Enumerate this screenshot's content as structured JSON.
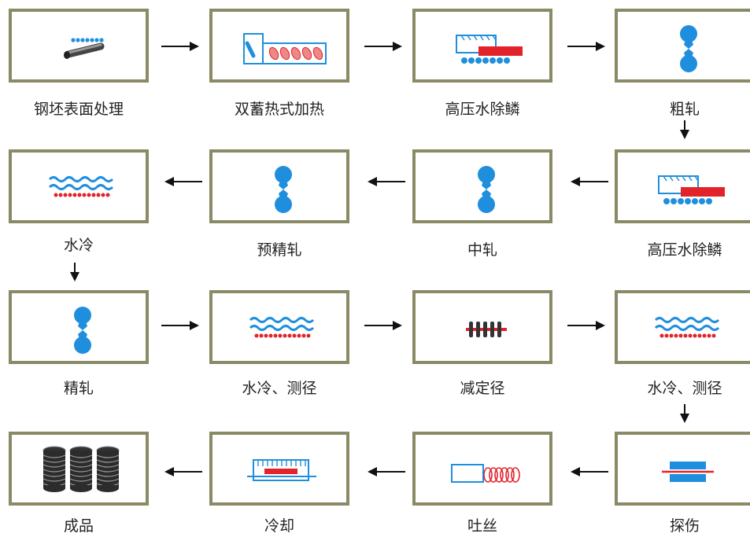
{
  "colors": {
    "border": "#8a8a66",
    "blue": "#1f8fdd",
    "red": "#e2232a",
    "arrow": "#111111"
  },
  "steps": [
    {
      "label": "钢坯表面处理",
      "icon": "billet-surface-icon"
    },
    {
      "label": "双蓄热式加热",
      "icon": "regenerative-furnace-icon"
    },
    {
      "label": "高压水除鳞",
      "icon": "descaling-icon"
    },
    {
      "label": "粗轧",
      "icon": "rolling-stand-icon"
    },
    {
      "label": "高压水除鳞",
      "icon": "descaling-icon"
    },
    {
      "label": "中轧",
      "icon": "rolling-stand-icon"
    },
    {
      "label": "预精轧",
      "icon": "rolling-stand-icon"
    },
    {
      "label": "水冷",
      "icon": "water-cooling-icon"
    },
    {
      "label": "精轧",
      "icon": "rolling-stand-icon"
    },
    {
      "label": "水冷、测径",
      "icon": "water-cooling-icon"
    },
    {
      "label": "减定径",
      "icon": "reducing-sizing-icon"
    },
    {
      "label": "水冷、测径",
      "icon": "water-cooling-icon"
    },
    {
      "label": "探伤",
      "icon": "flaw-detection-icon"
    },
    {
      "label": "吐丝",
      "icon": "laying-head-icon"
    },
    {
      "label": "冷却",
      "icon": "cooling-conveyor-icon"
    },
    {
      "label": "成品",
      "icon": "wire-coils-icon"
    }
  ]
}
